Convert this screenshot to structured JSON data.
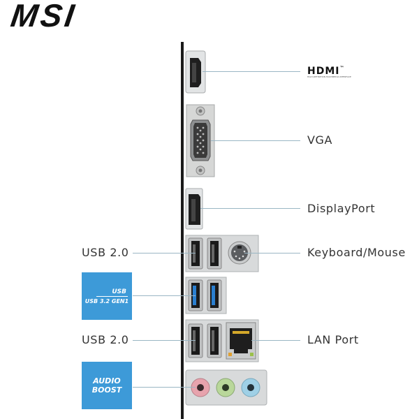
{
  "logo": {
    "text": "MSI"
  },
  "hdmi": {
    "text": "HDMI",
    "sub": "HIGH-DEFINITION MULTIMEDIA INTERFACE",
    "trademark": "™"
  },
  "labels": {
    "vga": "VGA",
    "displayport": "DisplayPort",
    "keyboard_mouse": "Keyboard/Mouse",
    "usb2_top": "USB 2.0",
    "usb2_bottom": "USB 2.0",
    "lan": "LAN Port"
  },
  "badges": {
    "usb": {
      "top": "USB",
      "bottom": "USB 3.2 GEN1"
    },
    "audio": {
      "line1": "AUDIO",
      "line2": "BOOST"
    }
  },
  "colors": {
    "badge_blue": "#3d9ad8",
    "usb3_blue": "#2a7fd0",
    "audio_pink": "#e7a3ad",
    "audio_green": "#b9d79a",
    "audio_blue": "#9fd0e6"
  },
  "icons": [
    "hdmi-port-icon",
    "vga-port-icon",
    "displayport-port-icon",
    "usb-port-icon",
    "ps2-port-icon",
    "lan-port-icon",
    "audio-jack-icon"
  ]
}
